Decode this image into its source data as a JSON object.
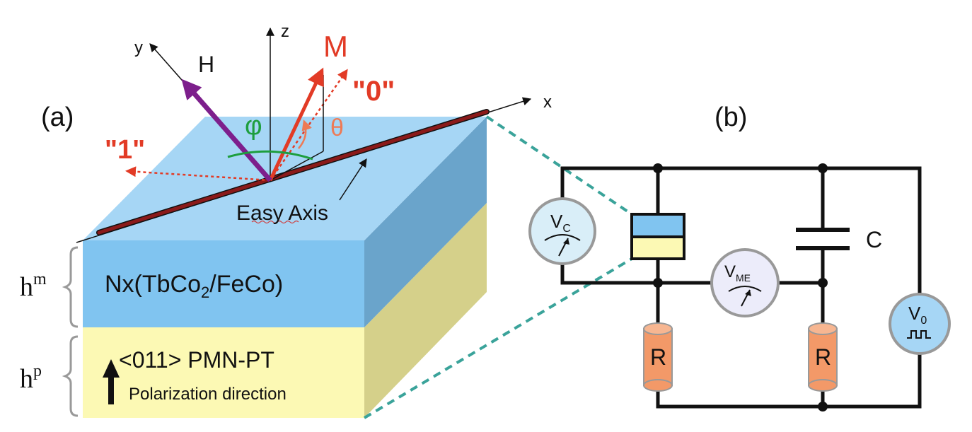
{
  "panel_a": {
    "label": "(a)",
    "axes": {
      "x": "x",
      "y": "y",
      "z": "z"
    },
    "vectors": {
      "field": "H",
      "magnetization": "M",
      "state_zero": "\"0\"",
      "state_one": "\"1\""
    },
    "angles": {
      "phi": "φ",
      "theta": "θ"
    },
    "easy_axis_label": "Easy Axis",
    "magnetic_layer": {
      "label_main": "Nx(TbCo",
      "label_sub": "2",
      "label_tail": "/FeCo)",
      "thickness_base": "h",
      "thickness_sup": "m"
    },
    "piezo_layer": {
      "label": "<011> PMN-PT",
      "polarization_label": "Polarization direction",
      "thickness_base": "h",
      "thickness_sup": "p"
    }
  },
  "panel_b": {
    "label": "(b)",
    "meter_c": {
      "base": "V",
      "sub": "C"
    },
    "meter_me": {
      "base": "V",
      "sub": "ME"
    },
    "source": {
      "base": "V",
      "sub": "0"
    },
    "capacitor_label": "C",
    "resistor_left_label": "R",
    "resistor_right_label": "R"
  },
  "colors": {
    "top_face": "#a6d6f5",
    "front_magnetic": "#80c4f0",
    "side_magnetic": "#6aa4cb",
    "front_piezo": "#fcf9b4",
    "side_piezo": "#d5d08a",
    "easy_axis": "#8b1a1a",
    "H_vector": "#7d1f8c",
    "M_vector": "#e23b26",
    "phi_color": "#1e9e3e",
    "theta_color": "#ee7a55",
    "resistor": "#f39968",
    "meter_fill": "#d9eef8",
    "dashed_link": "#3aa39a"
  }
}
